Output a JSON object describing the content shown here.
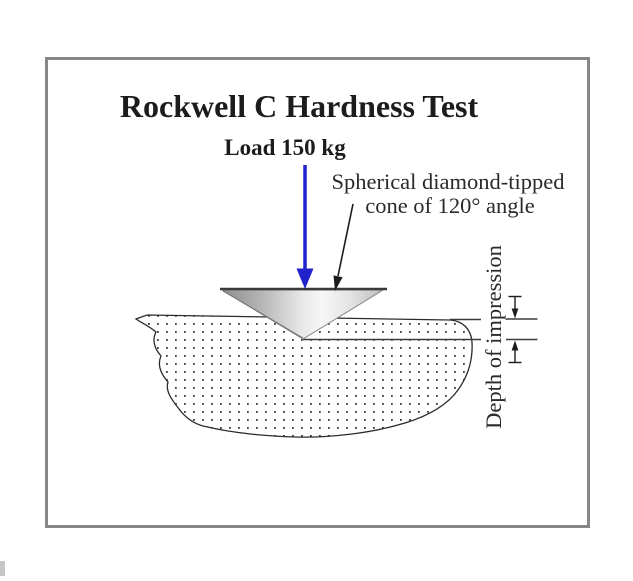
{
  "figure": {
    "title": "Rockwell C Hardness Test",
    "load_label": "Load 150 kg",
    "indenter_label": {
      "line1": "Spherical diamond-tipped",
      "line2": "cone of 120° angle"
    },
    "depth_label": "Depth of impression",
    "colors": {
      "load_arrow_blue": "#2222cc",
      "frame_gray": "#878787",
      "line_dark": "#3c3c3c",
      "outline_dark": "#2b2b2b",
      "cone_dark": "#8e8e8e",
      "cone_light": "#f7f7f7",
      "stipple_dot": "#3a3a3a"
    }
  }
}
